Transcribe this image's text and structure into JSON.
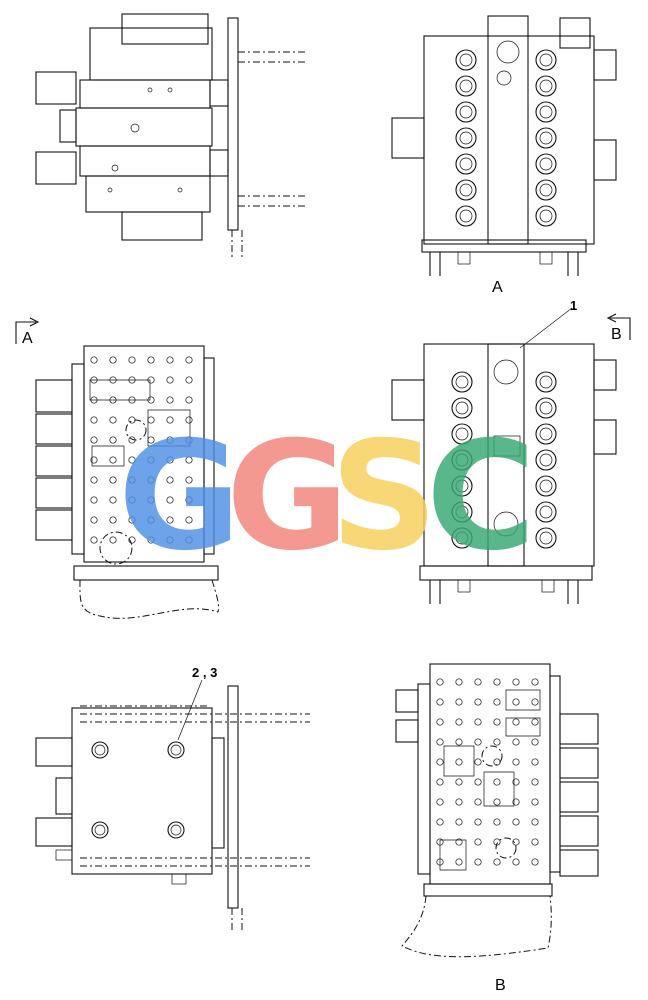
{
  "labels": {
    "view_a_bottom": "A",
    "view_a_marker": "A",
    "view_b_marker": "B",
    "view_b_bottom": "B",
    "callout_1": "1",
    "callout_2_3": "2 , 3"
  },
  "watermark": {
    "letters": [
      "G",
      "G",
      "S",
      "C"
    ],
    "colors": [
      "#4f8fe6",
      "#f2837b",
      "#f7cf5a",
      "#36a874"
    ]
  }
}
